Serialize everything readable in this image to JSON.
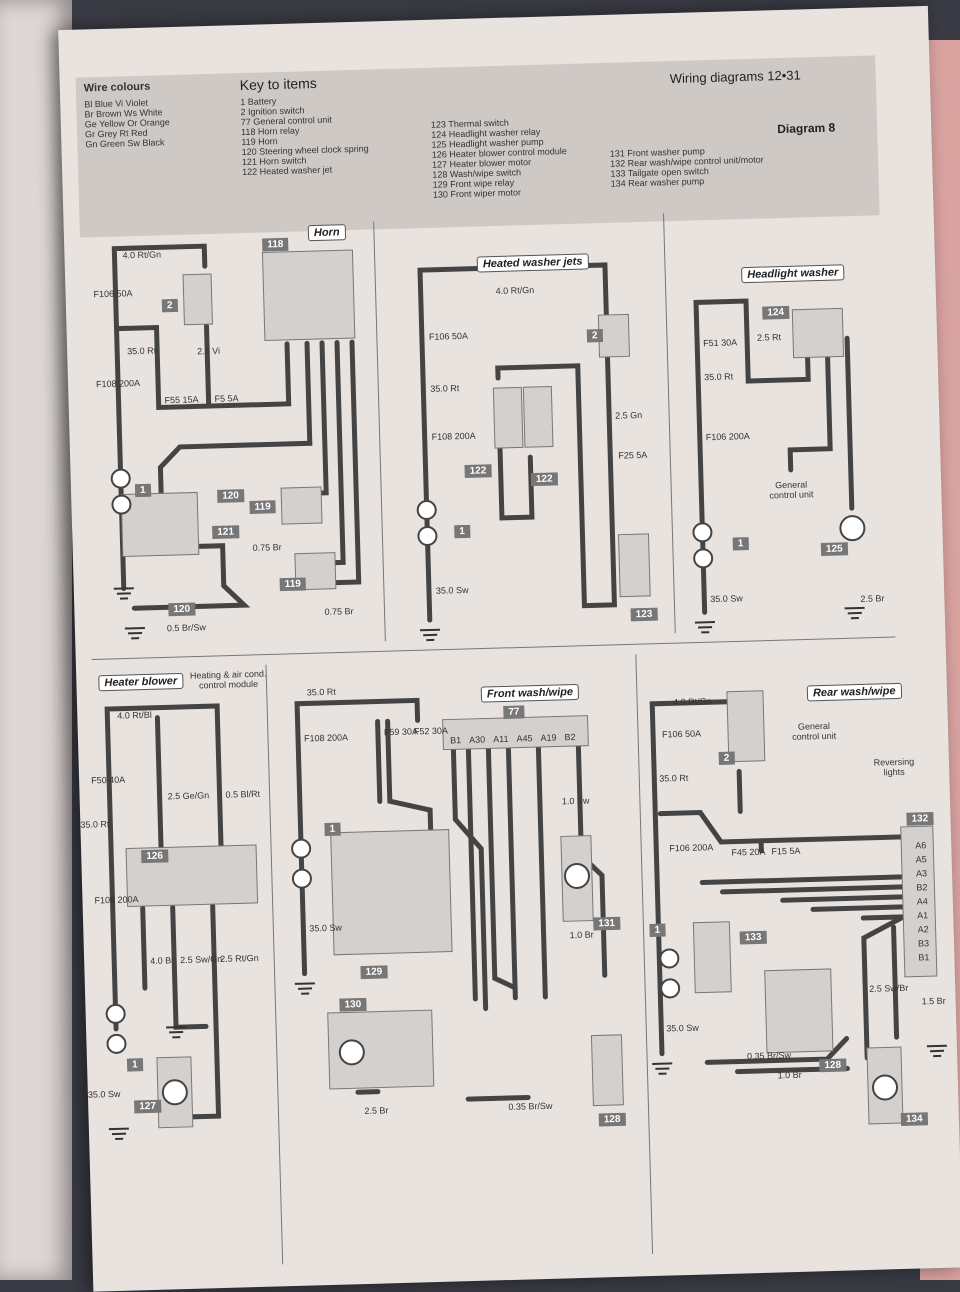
{
  "header": {
    "title": "Wiring diagrams",
    "page": "12•31",
    "diagram": "Diagram 8"
  },
  "wire_colours": {
    "title": "Wire colours",
    "rows": [
      [
        "Bl",
        "Blue",
        "Vi",
        "Violet"
      ],
      [
        "Br",
        "Brown",
        "Ws",
        "White"
      ],
      [
        "Ge",
        "Yellow",
        "Or",
        "Orange"
      ],
      [
        "Gr",
        "Grey",
        "Rt",
        "Red"
      ],
      [
        "Gn",
        "Green",
        "Sw",
        "Black"
      ]
    ]
  },
  "key": {
    "title": "Key to items",
    "col1": [
      "1 Battery",
      "2 Ignition switch",
      "77 General control unit",
      "118 Horn relay",
      "119 Horn",
      "120 Steering wheel clock spring",
      "121 Horn switch",
      "122 Heated washer jet"
    ],
    "col2": [
      "123 Thermal switch",
      "124 Headlight washer relay",
      "125 Headlight washer pump",
      "126 Heater blower control module",
      "127 Heater blower motor",
      "128 Wash/wipe switch",
      "129 Front wipe relay",
      "130 Front wiper motor"
    ],
    "col3": [
      "131 Front washer pump",
      "132 Rear wash/wipe control unit/motor",
      "133 Tailgate open switch",
      "134 Rear washer pump"
    ]
  },
  "sections": {
    "horn": "Horn",
    "heated_jets": "Heated washer jets",
    "headlight_washer": "Headlight washer",
    "heater_blower": "Heater blower",
    "front_wash": "Front wash/wipe",
    "rear_wash": "Rear wash/wipe"
  },
  "notes": {
    "hvac": "Heating & air cond. control module",
    "gcu1": "General control unit",
    "gcu2": "General control unit",
    "reversing": "Reversing lights"
  },
  "wires": {
    "h1": "4.0 Rt/Gn",
    "h2": "35.0 Rt",
    "h3": "2.5 Vi",
    "h4": "0.75 Br",
    "h5": "0.75 Br",
    "h6": "0.5 Br/Sw",
    "j1": "4.0 Rt/Gn",
    "j2": "35.0 Rt",
    "j3": "35.0 Sw",
    "j4": "2.5 Gn",
    "w1": "2.5 Rt",
    "w2": "35.0 Rt",
    "w3": "35.0 Sw",
    "w4": "2.5 Br",
    "b1": "4.0 Rt/Bl",
    "b2": "2.5 Ge/Gn",
    "b3": "0.5 Bl/Rt",
    "b4": "4.0 Br",
    "b5": "2.5 Sw/Gn",
    "b6": "2.5 Rt/Gn",
    "b7": "35.0 Rt",
    "b8": "35.0 Sw",
    "f1": "35.0 Rt",
    "f2": "2.5 Br",
    "f3": "0.35 Br/Sw",
    "f4": "1.0 Sw",
    "f5": "1.0 Br",
    "f6": "35.0 Sw",
    "r1": "4.0 Rt/Gn",
    "r2": "35.0 Rt",
    "r3": "0.35 Br/Sw",
    "r4": "1.0 Br",
    "r5": "2.5 Sw/Br",
    "r6": "1.5 Br",
    "r7": "35.0 Sw"
  },
  "fuses": {
    "f106a": "F106 50A",
    "f108a": "F108 200A",
    "f55": "F55 15A",
    "f5": "F5 5A",
    "f106b": "F106 50A",
    "f108b": "F108 200A",
    "f25": "F25 5A",
    "f51": "F51 30A",
    "f106c": "F106 200A",
    "f50": "F50 40A",
    "f108c": "F108 200A",
    "f108d": "F108 200A",
    "f59": "F59 30A",
    "f52": "F52 30A",
    "f106d": "F106 50A",
    "f106e": "F106 200A",
    "f45": "F45 20A",
    "f15": "F15 5A"
  },
  "components": {
    "c2a": "2",
    "c118": "118",
    "c1a": "1",
    "c120a": "120",
    "c121": "121",
    "c119a": "119",
    "c119b": "119",
    "c120b": "120",
    "c2b": "2",
    "c122a": "122",
    "c122b": "122",
    "c1b": "1",
    "c123": "123",
    "c124": "124",
    "c1c": "1",
    "c125": "125",
    "c126": "126",
    "c1d": "1",
    "c127": "127",
    "c1e": "1",
    "c77": "77",
    "c129": "129",
    "c130": "130",
    "c131": "131",
    "c128a": "128",
    "c2c": "2",
    "c1f": "1",
    "c133": "133",
    "c128b": "128",
    "c132": "132",
    "c134": "134"
  },
  "pins77": [
    "B1",
    "A30",
    "A11",
    "A45",
    "A19",
    "B2"
  ],
  "pins132": [
    "A6",
    "A5",
    "A3",
    "B2",
    "A4",
    "A1",
    "A2",
    "B3",
    "B1"
  ]
}
